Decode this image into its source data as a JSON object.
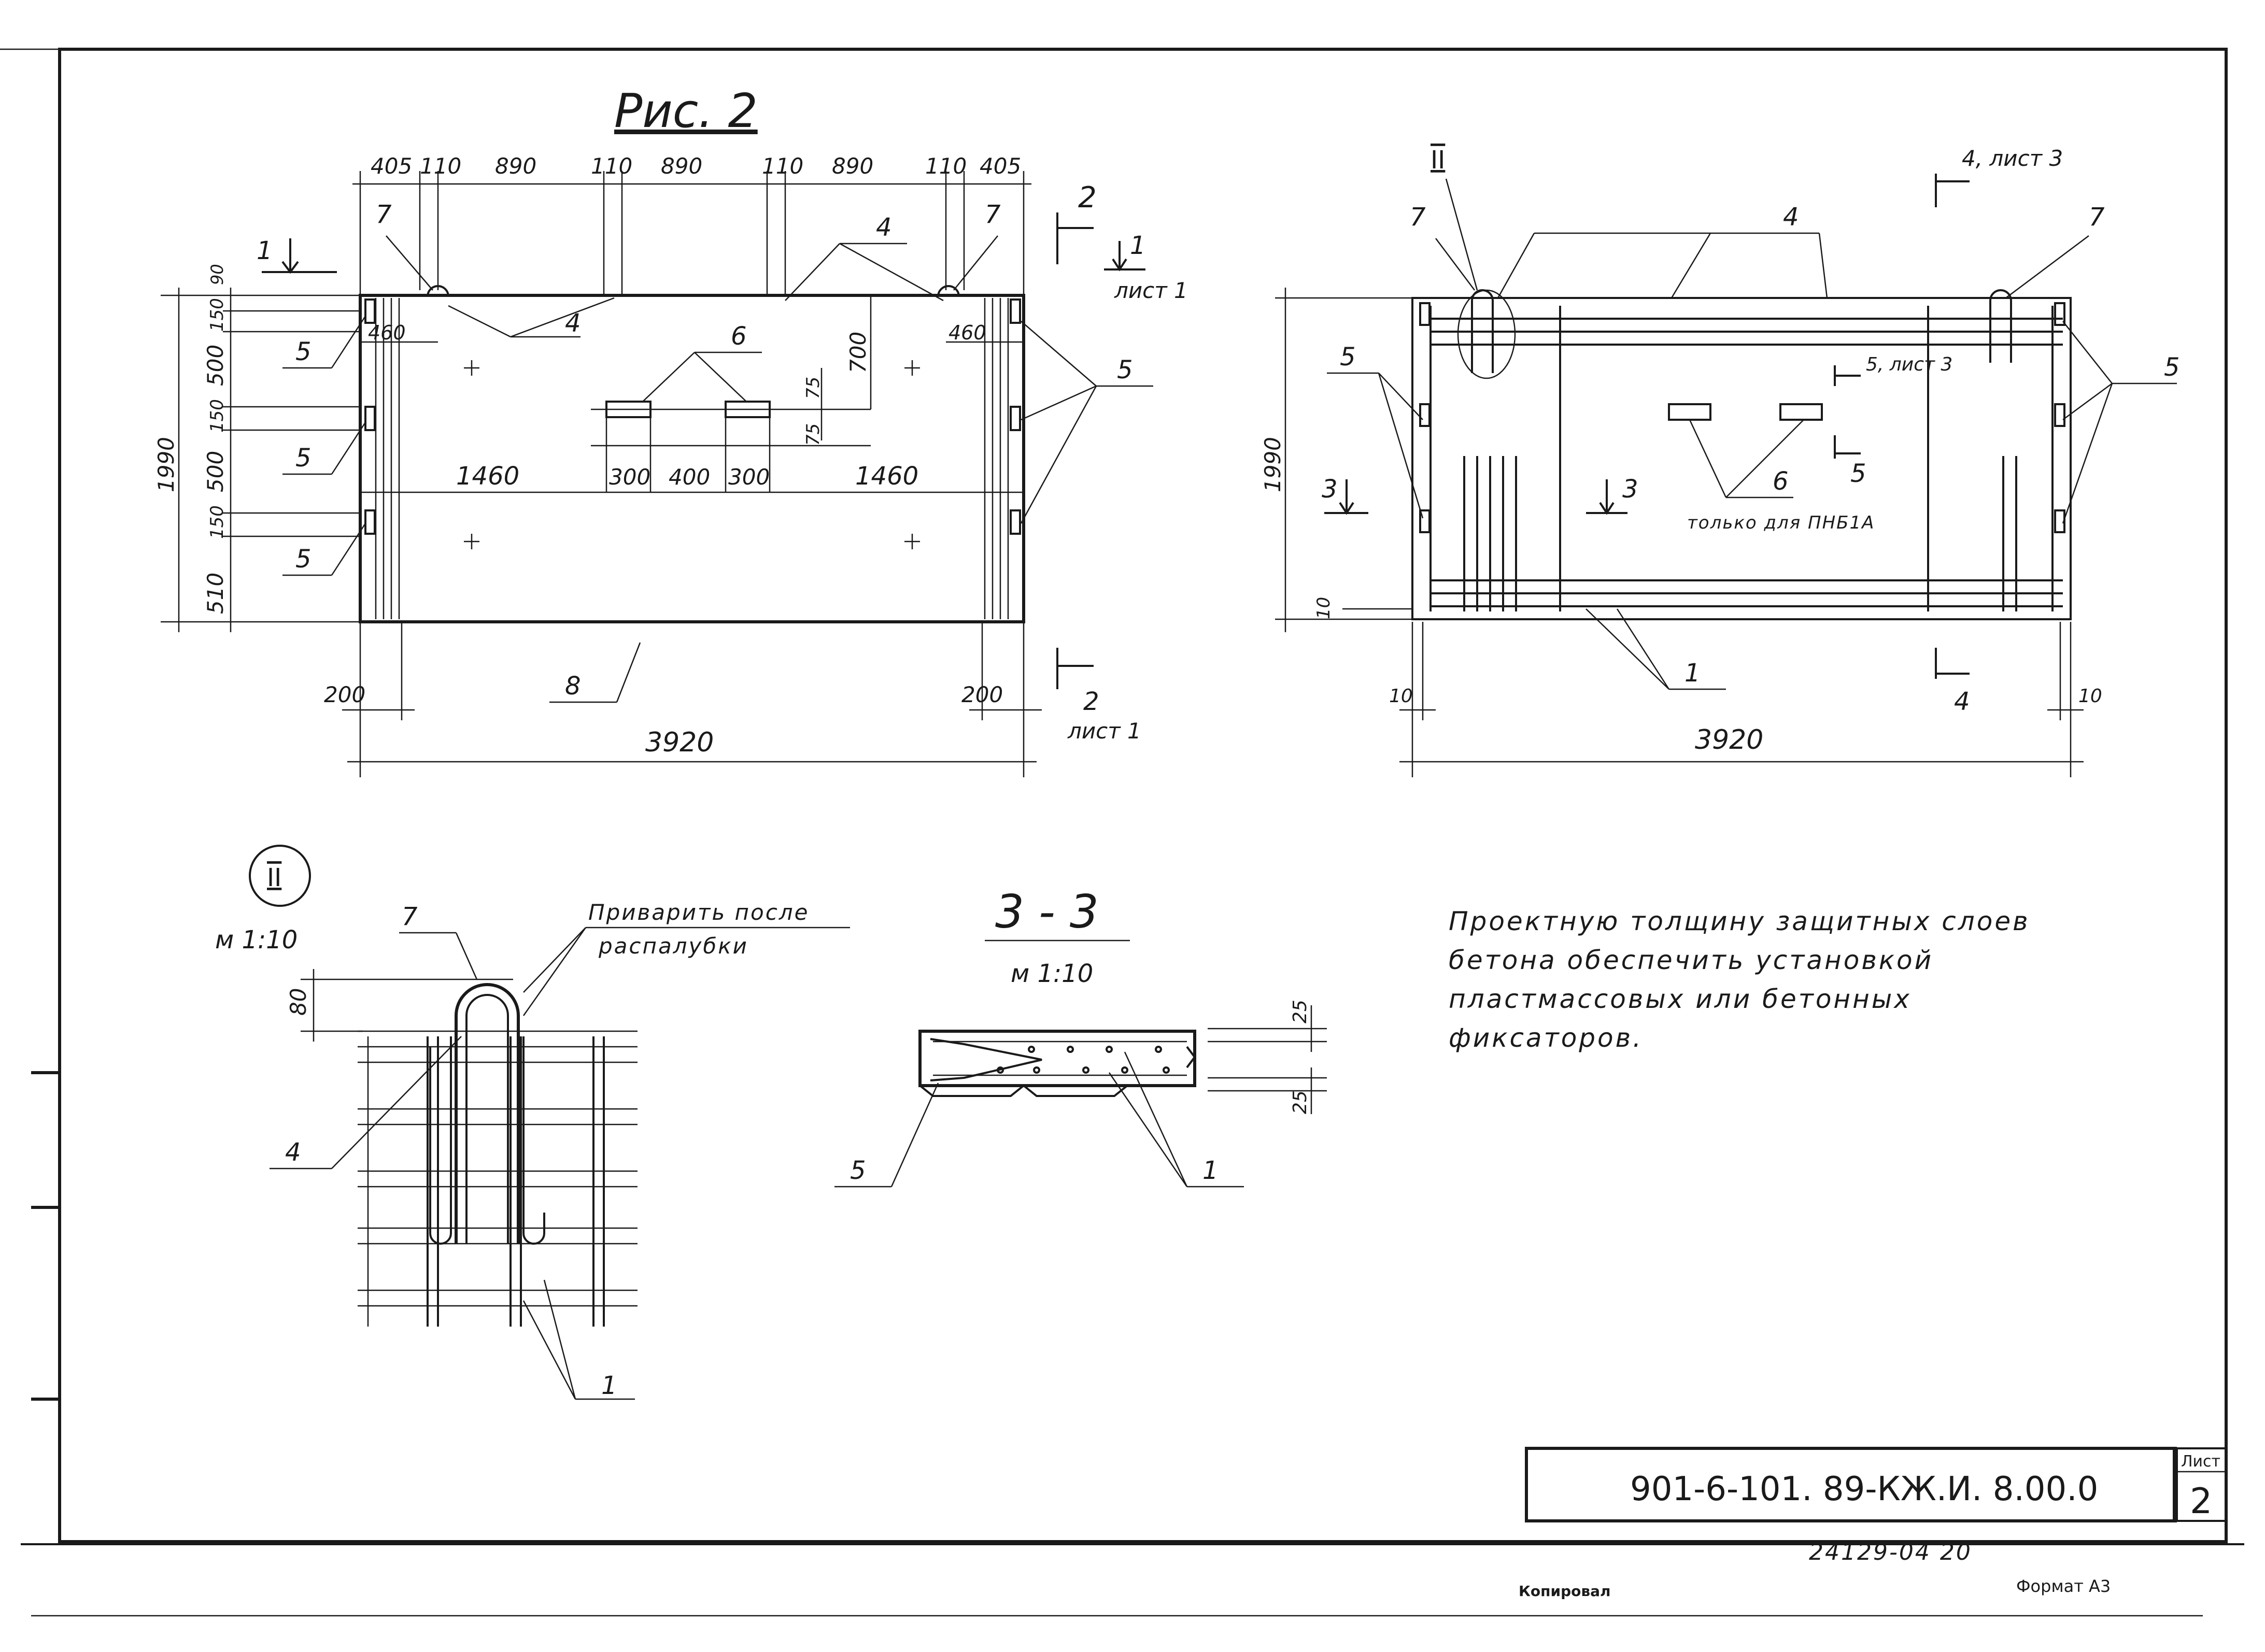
{
  "figure_title": "Рис. 2",
  "plan_left": {
    "dims_top": [
      "405",
      "110",
      "890",
      "110",
      "890",
      "110",
      "890",
      "110",
      "405"
    ],
    "dims_left": [
      "90",
      "150",
      "500",
      "150",
      "500",
      "150",
      "510"
    ],
    "height_total": "1990",
    "width_total": "3920",
    "end_dims": [
      "200",
      "200"
    ],
    "inner_dims": [
      "460",
      "460",
      "700",
      "75",
      "75",
      "1460",
      "300",
      "400",
      "300",
      "1460"
    ],
    "callouts": [
      "7",
      "7",
      "4",
      "4",
      "4",
      "5",
      "5",
      "5",
      "5",
      "6",
      "8"
    ],
    "section_1": "1",
    "section_1_right": "1",
    "section_1_sheet": "лист 1",
    "section_2": "2",
    "section_2_bottom": "2",
    "section_2_sheet": "лист 1"
  },
  "plan_right": {
    "height_total": "1990",
    "width_total": "3920",
    "edge_dims": [
      "10",
      "10",
      "10"
    ],
    "callouts": [
      "4",
      "7",
      "7",
      "5",
      "5",
      "6",
      "1"
    ],
    "detail_ref": "II",
    "section_3": "3",
    "section_3b": "3",
    "section_4_ref": "4, лист 3",
    "section_4": "4",
    "section_5_ref": "5, лист 3",
    "section_5": "5",
    "only_note": "только для ПНБ1А"
  },
  "detail_II": {
    "label": "II",
    "scale": "м 1:10",
    "dim_80": "80",
    "callout_7": "7",
    "callout_4": "4",
    "callout_1": "1",
    "weld_note_line1": "Приварить после",
    "weld_note_line2": "распалубки"
  },
  "section_3_3": {
    "title": "3 - 3",
    "scale": "м 1:10",
    "dim_top": "25",
    "dim_bottom": "25",
    "callout_5": "5",
    "callout_1": "1"
  },
  "general_note": [
    "Проектную толщину защитных слоев",
    "бетона обеспечить установкой",
    "пластмассовых или бетонных",
    "фиксаторов."
  ],
  "title_block": {
    "code": "901-6-101. 89-КЖ.И. 8.00.0",
    "sheet_label": "Лист",
    "sheet_number": "2",
    "archive_number": "24129-04  20"
  },
  "footer": {
    "copied": "Копировал",
    "format": "Формат А3"
  }
}
